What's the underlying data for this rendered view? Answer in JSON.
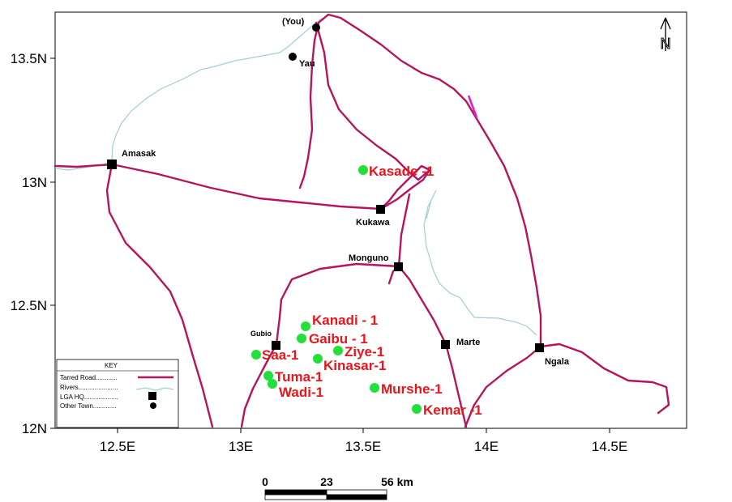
{
  "x_ticks": [
    "12.5E",
    "13E",
    "13.5E",
    "14E",
    "14.5E"
  ],
  "y_ticks": [
    "13.5N",
    "13N",
    "12.5N",
    "12N"
  ],
  "towns": [
    {
      "name": "(You)",
      "type": "other"
    },
    {
      "name": "Yau",
      "type": "other"
    },
    {
      "name": "Amasak",
      "type": "lga"
    },
    {
      "name": "Kukawa",
      "type": "lga"
    },
    {
      "name": "Monguno",
      "type": "lga"
    },
    {
      "name": "Gubio",
      "type": "lga"
    },
    {
      "name": "Marte",
      "type": "lga"
    },
    {
      "name": "Ngala",
      "type": "lga"
    }
  ],
  "wells": [
    "Kasade -1",
    "Kanadi - 1",
    "Gaibu - 1",
    "Saa-1",
    "Ziye-1",
    "Kinasar-1",
    "Tuma-1",
    "Wadi-1",
    "Murshe-1",
    "Kemar -1"
  ],
  "key": {
    "title": "KEY",
    "items": [
      "Tarred  Road............",
      "Rivers......................",
      "LGA HQ...................",
      "Other  Town............."
    ]
  },
  "scale": {
    "labels": [
      "0",
      "23",
      "56 km"
    ]
  },
  "north_label": "N",
  "colors": {
    "road": "#b5145f",
    "road_highlight": "#e020c8",
    "river": "#9fcfd8",
    "well": "#22e03a",
    "well_label": "#e8151b",
    "marker": "#000000"
  }
}
